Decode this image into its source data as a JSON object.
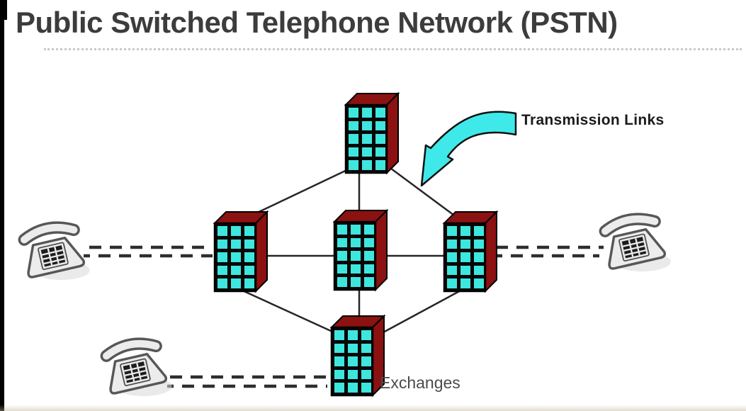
{
  "slide": {
    "title": "Public Switched Telephone Network (PSTN)",
    "diagram": {
      "transmission_links_label": "Transmission Links",
      "exchanges_label": "Exchanges",
      "exchange_count": 5,
      "telephone_count": 3
    }
  },
  "icons": {
    "exchange": "exchange-building-icon",
    "telephone": "desk-telephone-icon",
    "pointer": "curved-arrow-icon"
  },
  "colors": {
    "background": "#ffffff",
    "title_text": "#3c3c3c",
    "building_side": "#8C1111",
    "building_front": "#060606",
    "window_cyan": "#3EE6DE",
    "link_line": "#262626",
    "dash_line": "#2e2e2e",
    "arrow_cyan": "#3FE9E9",
    "label_text": "#1b1b1b",
    "exchanges_text": "#4a4a4a",
    "phone_fill": "#ececec",
    "phone_outline": "#575757",
    "divider_dot": "#c9c9c9",
    "edge_bar": "#000000"
  }
}
